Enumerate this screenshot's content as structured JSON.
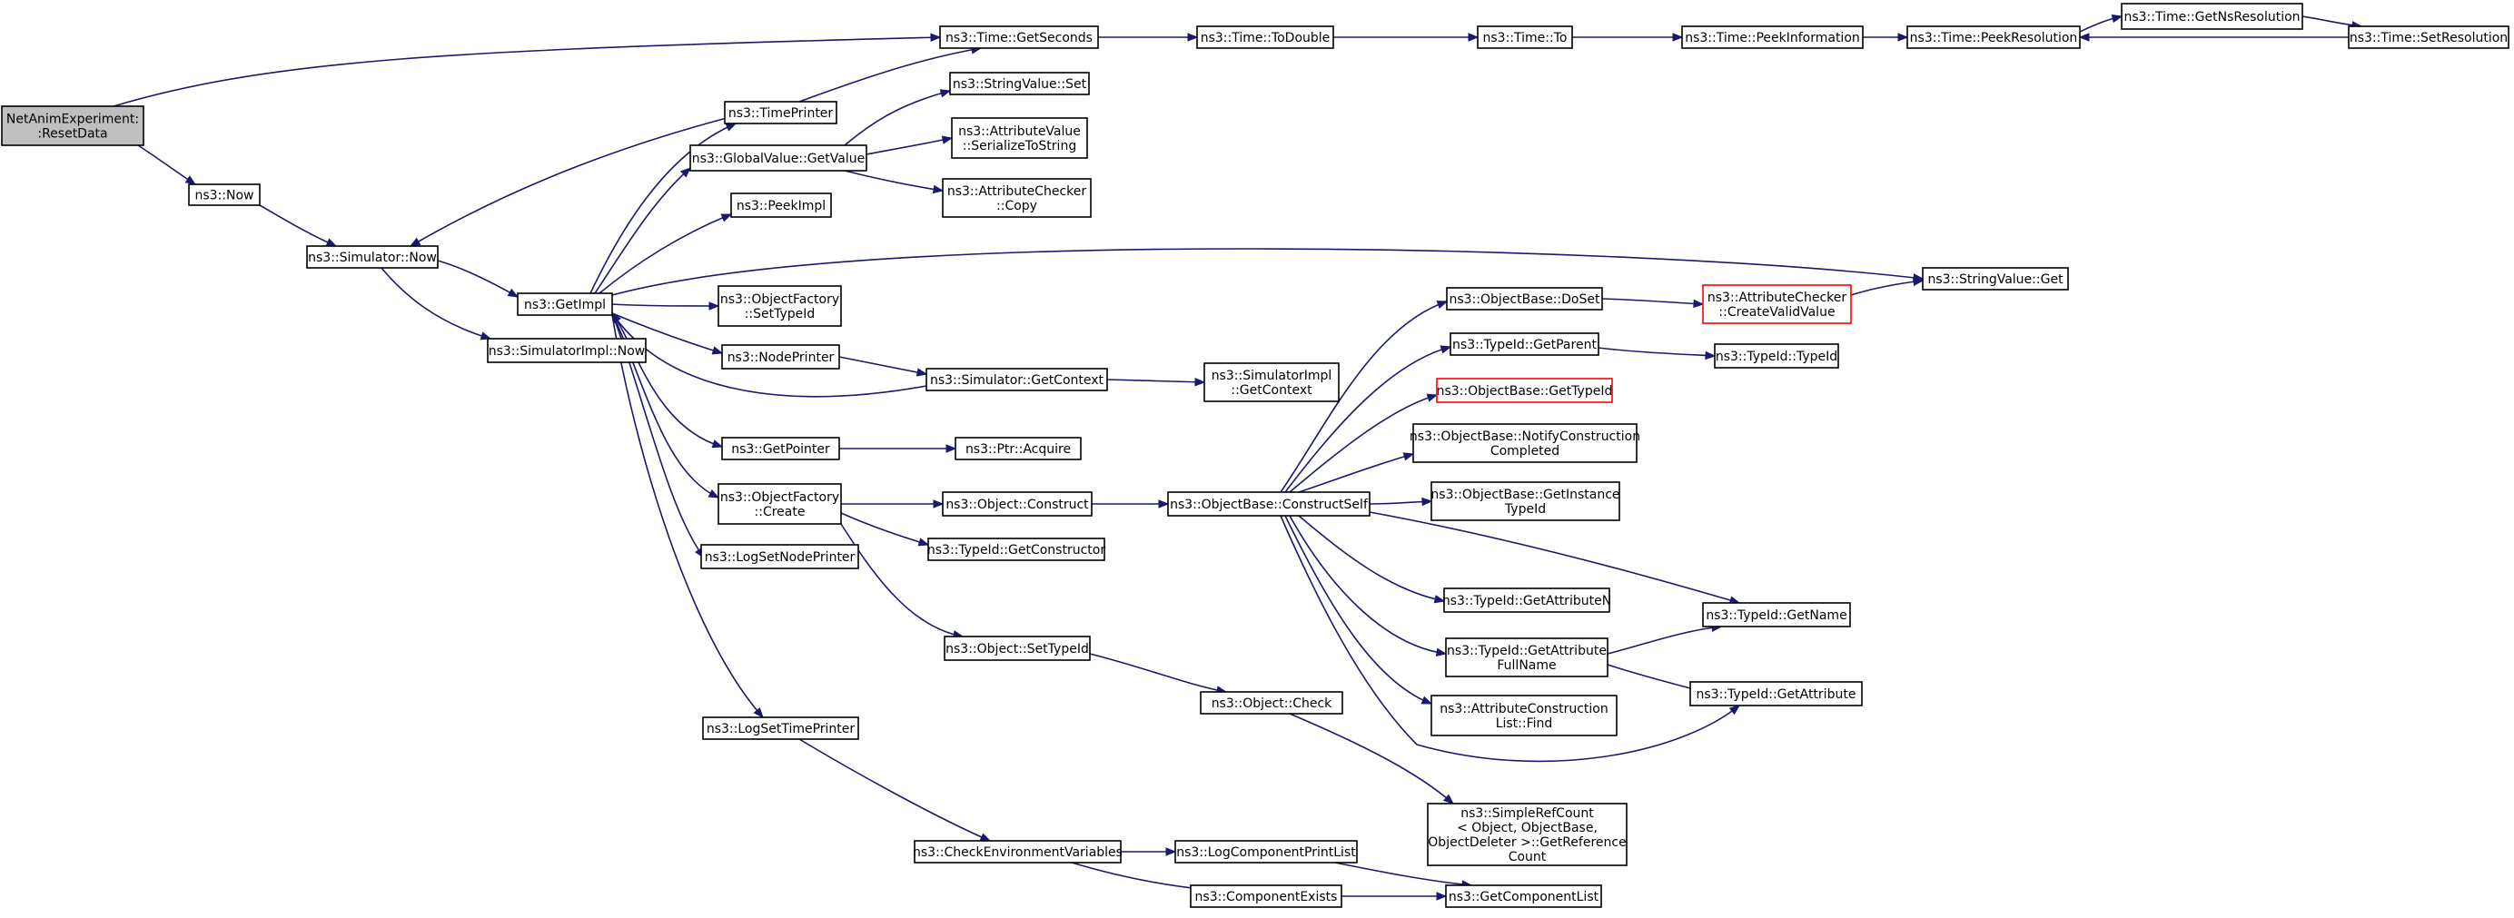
{
  "colors": {
    "edge": "#191970",
    "root_fill": "#bfbfbf",
    "node_fill": "#ffffff",
    "node_border": "#000000",
    "truncated_border": "#ff0000"
  },
  "nodes": [
    {
      "id": "n0",
      "lines": [
        "NetAnimExperiment:",
        ":ResetData"
      ],
      "root": true
    },
    {
      "id": "n1",
      "lines": [
        "ns3::Time::GetSeconds"
      ]
    },
    {
      "id": "n2",
      "lines": [
        "ns3::Time::ToDouble"
      ]
    },
    {
      "id": "n3",
      "lines": [
        "ns3::Time::To"
      ]
    },
    {
      "id": "n4",
      "lines": [
        "ns3::Time::PeekInformation"
      ]
    },
    {
      "id": "n5",
      "lines": [
        "ns3::Time::PeekResolution"
      ]
    },
    {
      "id": "n6",
      "lines": [
        "ns3::Time::GetNsResolution"
      ]
    },
    {
      "id": "n7",
      "lines": [
        "ns3::Time::SetResolution"
      ]
    },
    {
      "id": "n8",
      "lines": [
        "ns3::Now"
      ]
    },
    {
      "id": "n9",
      "lines": [
        "ns3::Simulator::Now"
      ]
    },
    {
      "id": "n10",
      "lines": [
        "ns3::TimePrinter"
      ]
    },
    {
      "id": "n11",
      "lines": [
        "ns3::StringValue::Set"
      ]
    },
    {
      "id": "n12",
      "lines": [
        "ns3::GlobalValue::GetValue"
      ]
    },
    {
      "id": "n13",
      "lines": [
        "ns3::AttributeValue",
        "::SerializeToString"
      ]
    },
    {
      "id": "n14",
      "lines": [
        "ns3::AttributeChecker",
        "::Copy"
      ]
    },
    {
      "id": "n15",
      "lines": [
        "ns3::PeekImpl"
      ]
    },
    {
      "id": "n16",
      "lines": [
        "ns3::GetImpl"
      ]
    },
    {
      "id": "n17",
      "lines": [
        "ns3::StringValue::Get"
      ]
    },
    {
      "id": "n18",
      "lines": [
        "ns3::ObjectFactory",
        "::SetTypeId"
      ]
    },
    {
      "id": "n19",
      "lines": [
        "ns3::SimulatorImpl::Now"
      ]
    },
    {
      "id": "n20",
      "lines": [
        "ns3::NodePrinter"
      ]
    },
    {
      "id": "n21",
      "lines": [
        "ns3::Simulator::GetContext"
      ]
    },
    {
      "id": "n22",
      "lines": [
        "ns3::SimulatorImpl",
        "::GetContext"
      ]
    },
    {
      "id": "n23",
      "lines": [
        "ns3::GetPointer"
      ]
    },
    {
      "id": "n24",
      "lines": [
        "ns3::Ptr::Acquire"
      ]
    },
    {
      "id": "n25",
      "lines": [
        "ns3::ObjectFactory",
        "::Create"
      ]
    },
    {
      "id": "n26",
      "lines": [
        "ns3::Object::Construct"
      ]
    },
    {
      "id": "n27",
      "lines": [
        "ns3::ObjectBase::ConstructSelf"
      ]
    },
    {
      "id": "n28",
      "lines": [
        "ns3::TypeId::GetConstructor"
      ]
    },
    {
      "id": "n29",
      "lines": [
        "ns3::LogSetNodePrinter"
      ]
    },
    {
      "id": "n30",
      "lines": [
        "ns3::Object::SetTypeId"
      ]
    },
    {
      "id": "n31",
      "lines": [
        "ns3::Object::Check"
      ]
    },
    {
      "id": "n32",
      "lines": [
        "ns3::LogSetTimePrinter"
      ]
    },
    {
      "id": "n33",
      "lines": [
        "ns3::CheckEnvironmentVariables"
      ]
    },
    {
      "id": "n34",
      "lines": [
        "ns3::LogComponentPrintList"
      ]
    },
    {
      "id": "n35",
      "lines": [
        "ns3::ComponentExists"
      ]
    },
    {
      "id": "n36",
      "lines": [
        "ns3::GetComponentList"
      ]
    },
    {
      "id": "n37",
      "lines": [
        "ns3::ObjectBase::DoSet"
      ]
    },
    {
      "id": "n38",
      "lines": [
        "ns3::AttributeChecker",
        "::CreateValidValue"
      ],
      "truncated": true
    },
    {
      "id": "n39",
      "lines": [
        "ns3::TypeId::GetParent"
      ]
    },
    {
      "id": "n40",
      "lines": [
        "ns3::TypeId::TypeId"
      ]
    },
    {
      "id": "n41",
      "lines": [
        "ns3::ObjectBase::GetTypeId"
      ],
      "truncated": true
    },
    {
      "id": "n42",
      "lines": [
        "ns3::ObjectBase::NotifyConstruction",
        "Completed"
      ]
    },
    {
      "id": "n43",
      "lines": [
        "ns3::ObjectBase::GetInstance",
        "TypeId"
      ]
    },
    {
      "id": "n44",
      "lines": [
        "ns3::TypeId::GetAttributeN"
      ]
    },
    {
      "id": "n45",
      "lines": [
        "ns3::TypeId::GetName"
      ]
    },
    {
      "id": "n46",
      "lines": [
        "ns3::TypeId::GetAttribute",
        "FullName"
      ]
    },
    {
      "id": "n47",
      "lines": [
        "ns3::TypeId::GetAttribute"
      ]
    },
    {
      "id": "n48",
      "lines": [
        "ns3::AttributeConstruction",
        "List::Find"
      ]
    },
    {
      "id": "n49",
      "lines": [
        "ns3::SimpleRefCount",
        "< Object, ObjectBase,",
        " ObjectDeleter >::GetReference",
        "Count"
      ]
    }
  ],
  "edges": [
    [
      "n0",
      "n1"
    ],
    [
      "n0",
      "n8"
    ],
    [
      "n1",
      "n2"
    ],
    [
      "n2",
      "n3"
    ],
    [
      "n3",
      "n4"
    ],
    [
      "n4",
      "n5"
    ],
    [
      "n5",
      "n6"
    ],
    [
      "n6",
      "n7"
    ],
    [
      "n7",
      "n5"
    ],
    [
      "n8",
      "n9"
    ],
    [
      "n9",
      "n16"
    ],
    [
      "n9",
      "n19"
    ],
    [
      "n10",
      "n1"
    ],
    [
      "n10",
      "n9"
    ],
    [
      "n12",
      "n11"
    ],
    [
      "n12",
      "n13"
    ],
    [
      "n12",
      "n14"
    ],
    [
      "n16",
      "n10"
    ],
    [
      "n16",
      "n12"
    ],
    [
      "n16",
      "n15"
    ],
    [
      "n16",
      "n17"
    ],
    [
      "n16",
      "n18"
    ],
    [
      "n16",
      "n20"
    ],
    [
      "n16",
      "n23"
    ],
    [
      "n16",
      "n25"
    ],
    [
      "n16",
      "n29"
    ],
    [
      "n16",
      "n32"
    ],
    [
      "n20",
      "n21"
    ],
    [
      "n21",
      "n22"
    ],
    [
      "n21",
      "n16"
    ],
    [
      "n23",
      "n24"
    ],
    [
      "n25",
      "n26"
    ],
    [
      "n25",
      "n28"
    ],
    [
      "n25",
      "n30"
    ],
    [
      "n26",
      "n27"
    ],
    [
      "n27",
      "n37"
    ],
    [
      "n27",
      "n39"
    ],
    [
      "n27",
      "n41"
    ],
    [
      "n27",
      "n42"
    ],
    [
      "n27",
      "n43"
    ],
    [
      "n27",
      "n44"
    ],
    [
      "n27",
      "n45"
    ],
    [
      "n27",
      "n46"
    ],
    [
      "n27",
      "n47"
    ],
    [
      "n27",
      "n48"
    ],
    [
      "n37",
      "n38"
    ],
    [
      "n38",
      "n17"
    ],
    [
      "n39",
      "n40"
    ],
    [
      "n46",
      "n45"
    ],
    [
      "n46",
      "n47"
    ],
    [
      "n30",
      "n31"
    ],
    [
      "n31",
      "n49"
    ],
    [
      "n32",
      "n33"
    ],
    [
      "n33",
      "n34"
    ],
    [
      "n33",
      "n35"
    ],
    [
      "n34",
      "n36"
    ],
    [
      "n35",
      "n36"
    ]
  ]
}
